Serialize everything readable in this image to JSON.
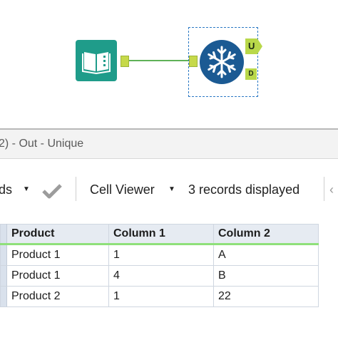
{
  "canvas": {
    "tools": [
      {
        "name": "Input Data",
        "icon": "book-icon",
        "color": "#1f9c8a"
      },
      {
        "name": "Unique",
        "icon": "snowflake-icon",
        "color": "#1b5a93"
      }
    ],
    "anchors": {
      "unique_out": "U",
      "duplicates_out": "D"
    },
    "accent": {
      "connector": "#5fb257",
      "anchor": "#c6d94a",
      "selection": "#2a78c4"
    }
  },
  "results": {
    "title": "2) - Out - Unique",
    "toolbar": {
      "records_fragment": "ds",
      "cell_viewer": "Cell Viewer",
      "records_displayed": "3 records displayed"
    },
    "table": {
      "columns": [
        "Product",
        "Column 1",
        "Column 2"
      ],
      "rows": [
        [
          "Product 1",
          "1",
          "A"
        ],
        [
          "Product 1",
          "4",
          "B"
        ],
        [
          "Product 2",
          "1",
          "22"
        ]
      ]
    }
  }
}
